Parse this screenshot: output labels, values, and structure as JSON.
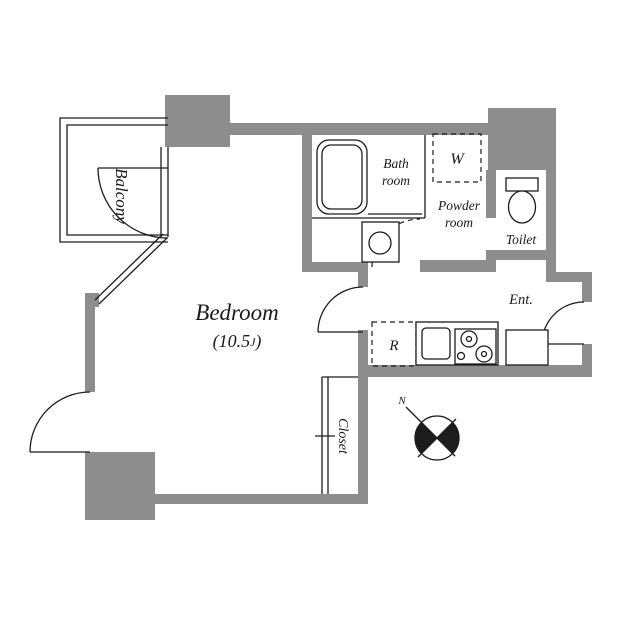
{
  "floorplan": {
    "rooms": {
      "balcony": {
        "label": "Balcony"
      },
      "bedroom": {
        "label": "Bedroom",
        "size_prefix": "(10.5",
        "size_unit": "J",
        "size_suffix": ")"
      },
      "bathroom": {
        "line1": "Bath",
        "line2": "room"
      },
      "powder_room": {
        "line1": "Powder",
        "line2": "room"
      },
      "toilet": {
        "label": "Toilet"
      },
      "entrance": {
        "label": "Ent."
      },
      "closet": {
        "label": "Closet"
      }
    },
    "fixtures": {
      "washer_space": {
        "label": "W"
      },
      "refrigerator_space": {
        "label": "R"
      }
    },
    "compass": {
      "north_label": "N"
    },
    "colors": {
      "wall_fill": "#8d8d8d",
      "line": "#1c1c1c",
      "text": "#1a1a1a",
      "background": "#ffffff"
    }
  }
}
